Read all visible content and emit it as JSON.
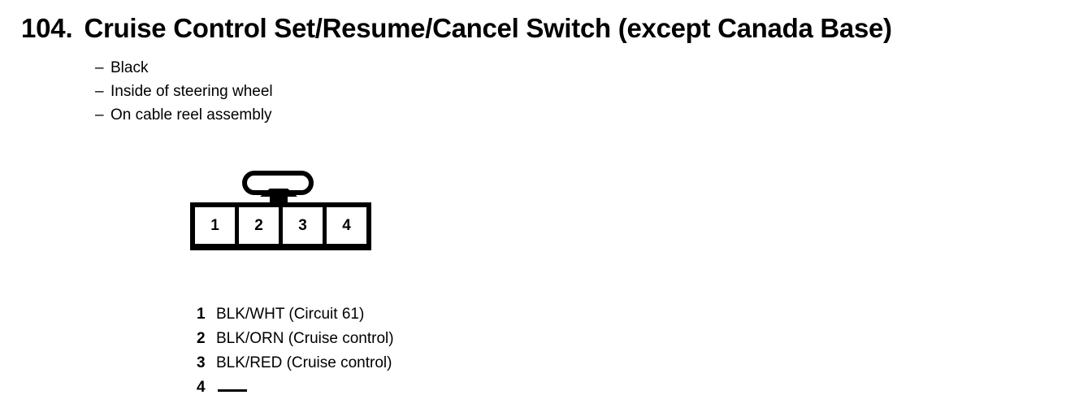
{
  "page": {
    "background_color": "#ffffff",
    "text_color": "#000000"
  },
  "heading": {
    "number": "104.",
    "title": "Cruise Control Set/Resume/Cancel Switch (except Canada Base)"
  },
  "notes": {
    "dash": "–",
    "items": [
      {
        "text": "Black"
      },
      {
        "text": "Inside of steering wheel"
      },
      {
        "text": "On cable reel assembly"
      }
    ]
  },
  "connector": {
    "type": "4-cavity connector with latch tab",
    "cavity_count": 4,
    "cavities": [
      {
        "label": "1"
      },
      {
        "label": "2"
      },
      {
        "label": "3"
      },
      {
        "label": "4"
      }
    ]
  },
  "pin_legend": {
    "rows": [
      {
        "pin": "1",
        "description": "BLK/WHT (Circuit 61)",
        "blank": false
      },
      {
        "pin": "2",
        "description": "BLK/ORN (Cruise control)",
        "blank": false
      },
      {
        "pin": "3",
        "description": "BLK/RED (Cruise control)",
        "blank": false
      },
      {
        "pin": "4",
        "description": "",
        "blank": true
      }
    ]
  }
}
